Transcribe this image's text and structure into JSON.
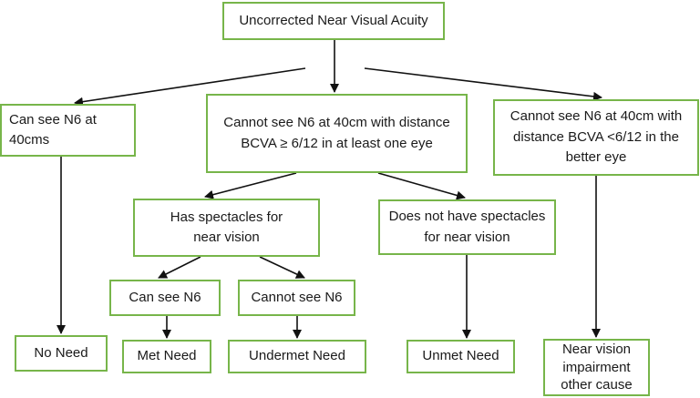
{
  "colors": {
    "box_border": "#77b54a",
    "arrow": "#111111",
    "text": "#1a1a1a"
  },
  "nodes": {
    "root": "Uncorrected Near Visual Acuity",
    "can_see_n6": "Can see N6 at\n40cms",
    "cannot_see_good_bcva": "Cannot see N6 at 40cm with distance\nBCVA ≥ 6/12 in at least one eye",
    "cannot_see_poor_bcva": "Cannot see N6 at 40cm with\ndistance BCVA <6/12 in the\nbetter eye",
    "has_spectacles": "Has spectacles for\nnear vision",
    "no_spectacles": "Does not have spectacles\nfor near vision",
    "spec_can_see": "Can see N6",
    "spec_cannot_see": "Cannot see N6",
    "no_need": "No Need",
    "met_need": "Met Need",
    "undermet_need": "Undermet Need",
    "unmet_need": "Unmet Need",
    "other_cause": "Near vision\nimpairment\nother cause"
  }
}
